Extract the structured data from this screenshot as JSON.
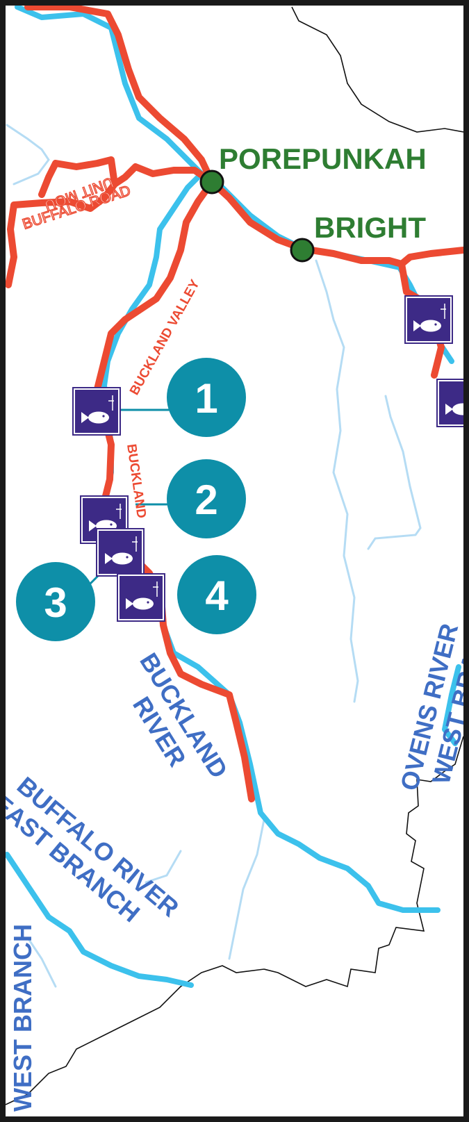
{
  "towns": [
    {
      "name": "POREPUNKAH"
    },
    {
      "name": "BRIGHT"
    }
  ],
  "rivers": [
    {
      "line1": "BUCKLAND",
      "line2": "RIVER"
    },
    {
      "line1": "OVENS RIVER",
      "line2": "WEST BRANCH"
    },
    {
      "line1": "BUFFALO RIVER",
      "line2": "EAST BRANCH"
    },
    {
      "line1": "WEST BRANCH"
    }
  ],
  "roads": {
    "buckland_valley": "BUCKLAND VALLEY",
    "buckland": "BUCKLAND",
    "buffalo_road": "BUFFALO ROAD",
    "unit_mou": "UNIT MOU"
  },
  "sites": [
    {
      "number": "1"
    },
    {
      "number": "2"
    },
    {
      "number": "3"
    },
    {
      "number": "4"
    }
  ],
  "icons": {
    "fishing": "fish-icon",
    "town": "town-dot-icon"
  },
  "colors": {
    "road": "#ec4a32",
    "river": "#3cc1ec",
    "creek": "#b5dcf4",
    "town": "#2e7d32",
    "river_label": "#3f6ec4",
    "site_marker": "#0e8fa8",
    "fish_icon_bg": "#3d2a86",
    "frame": "#1a1a1a"
  }
}
